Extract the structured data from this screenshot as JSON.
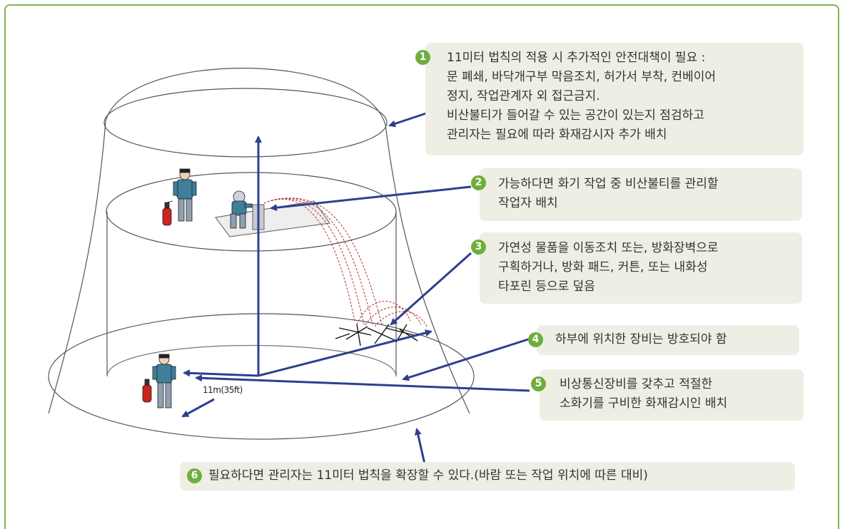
{
  "notes": [
    {
      "number": "1",
      "lines": [
        "11미터 법칙의 적용 시 추가적인 안전대책이 필요 :",
        "문 폐쇄, 바닥개구부 막음조치, 허가서 부착, 컨베이어",
        "정지, 작업관계자 외 접근금지.",
        "비산불티가 들어갈 수 있는 공간이 있는지 점검하고",
        "관리자는 필요에 따라 화재감시자 추가 배치"
      ]
    },
    {
      "number": "2",
      "lines": [
        "가능하다면 화기 작업 중 비산불티를 관리할",
        "작업자 배치"
      ]
    },
    {
      "number": "3",
      "lines": [
        "가연성 물품을 이동조치 또는, 방화장벽으로",
        "구획하거나, 방화 패드, 커튼, 또는 내화성",
        "타포린 등으로 덮음"
      ]
    },
    {
      "number": "4",
      "lines": [
        "하부에 위치한 장비는 방호되야 함"
      ]
    },
    {
      "number": "5",
      "lines": [
        "비상통신장비를 갖추고 적절한",
        "소화기를 구비한 화재감시인 배치"
      ]
    },
    {
      "number": "6",
      "lines": [
        "필요하다면 관리자는 11미터 법칙을 확장할 수 있다.(바람 또는 작업 위치에 따른 대비)"
      ]
    }
  ],
  "distance_label": "11m(35ft)",
  "colors": {
    "arrow": "#2e3f8f",
    "badge": "#6fae3c",
    "note_bg": "#eeeee4",
    "frame": "#7fb352",
    "spark": "#b33333",
    "extinguisher": "#cc2222",
    "worker_shirt": "#3f7f9a",
    "worker_pants": "#8fa0b0"
  }
}
